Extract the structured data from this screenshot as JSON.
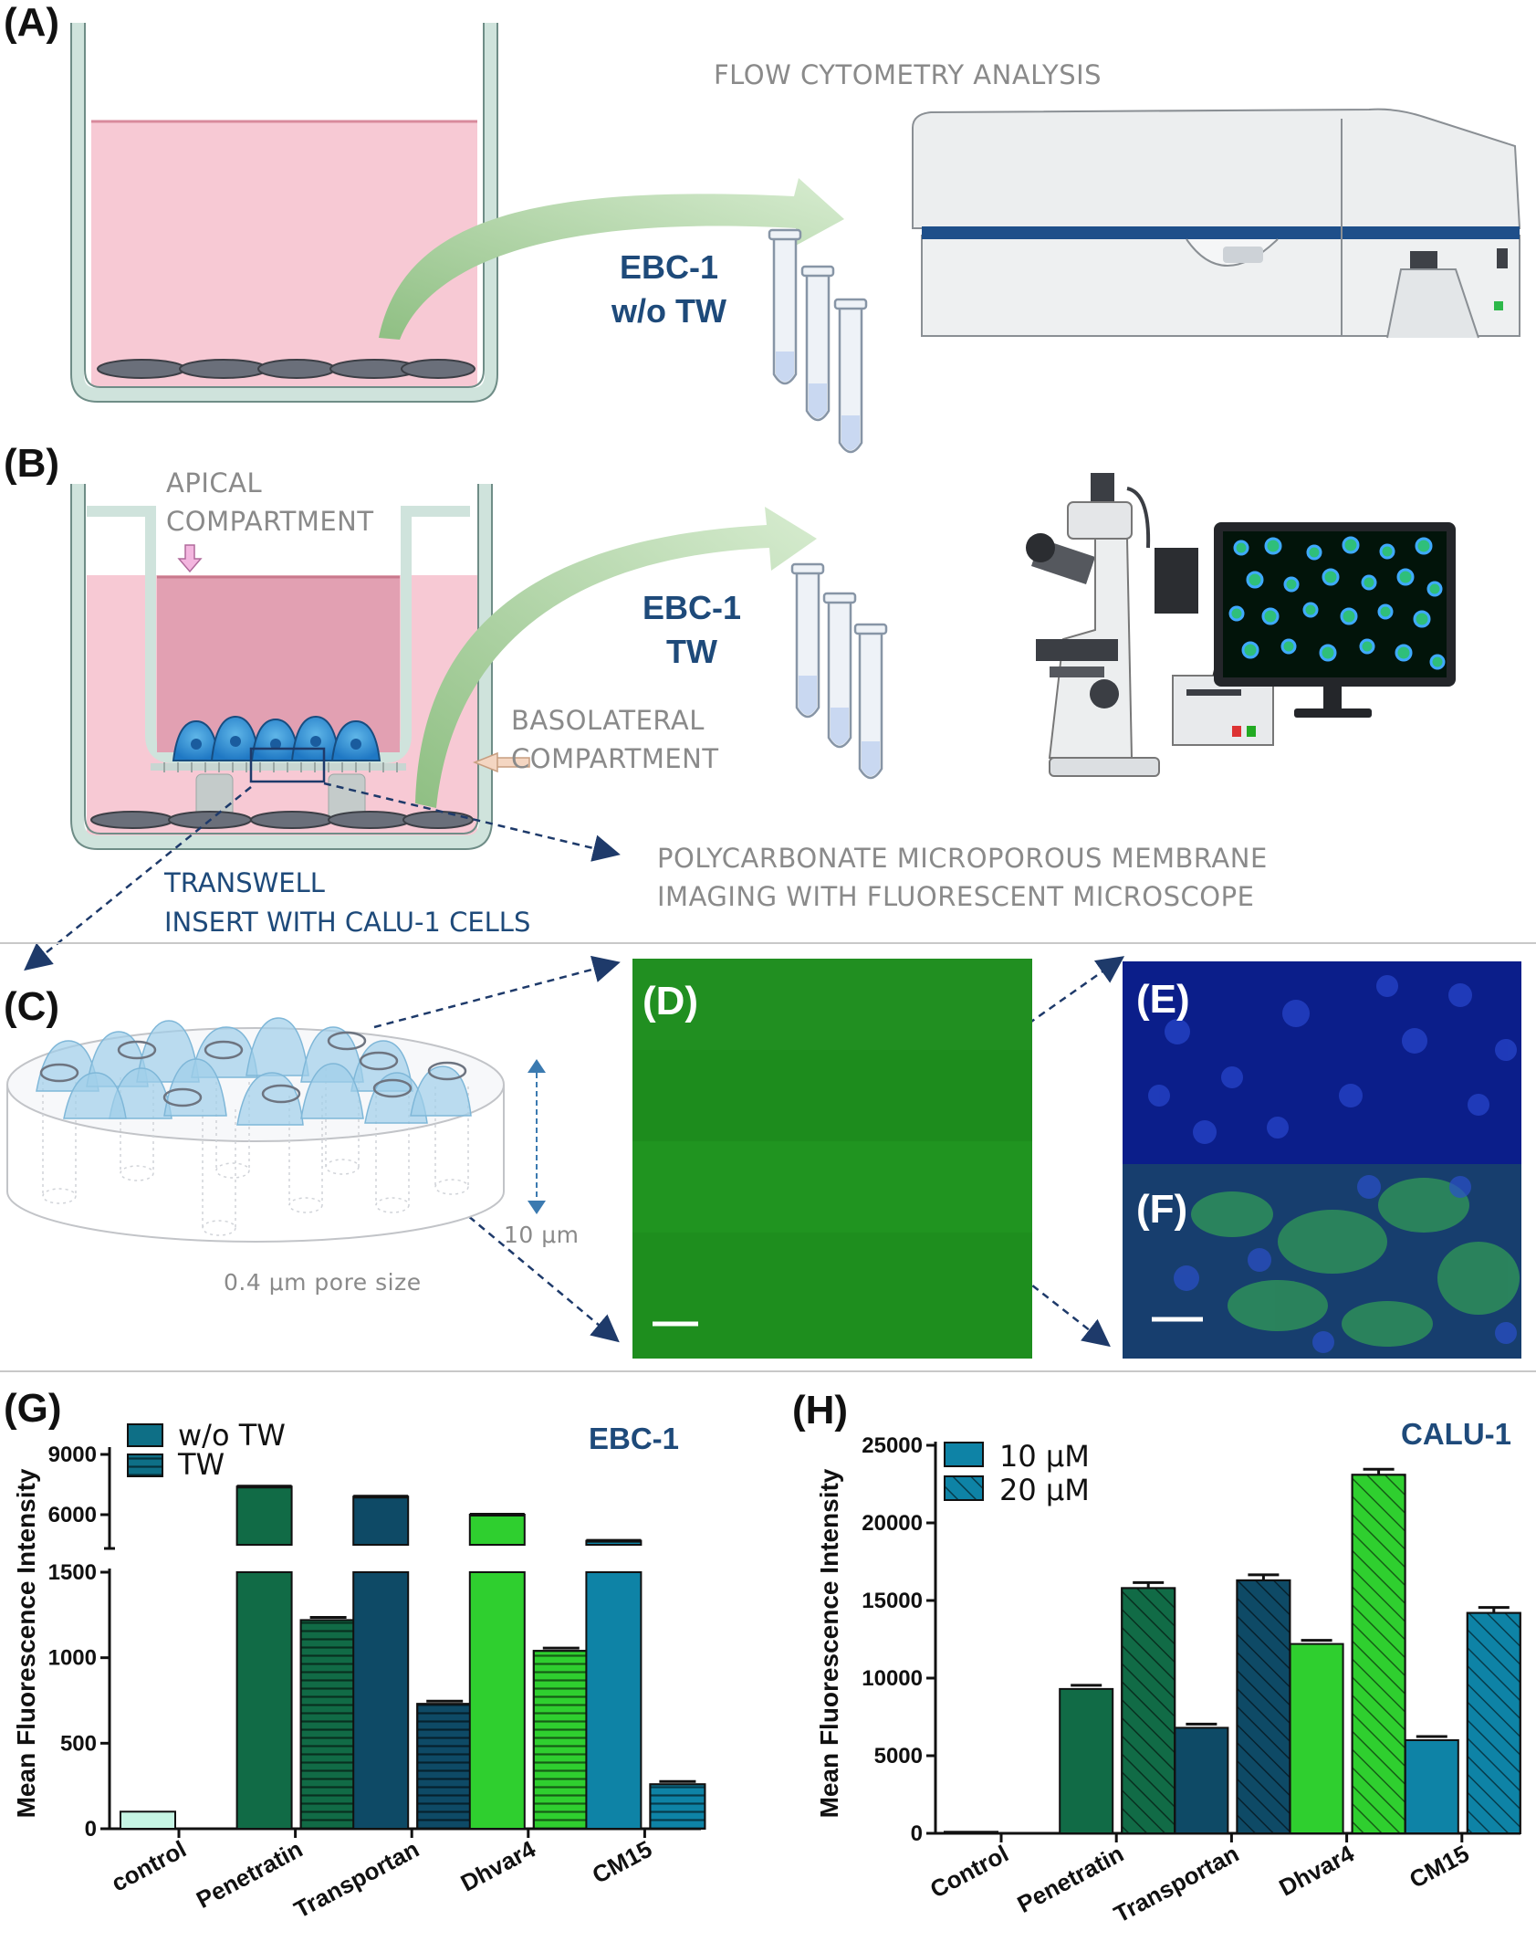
{
  "panels": {
    "A": {
      "label": "(A)",
      "title": "FLOW CYTOMETRY ANALYSIS",
      "sample_line1": "EBC-1",
      "sample_line2": "w/o TW"
    },
    "B": {
      "label": "(B)",
      "apical_line1": "APICAL",
      "apical_line2": "COMPARTMENT",
      "basolateral_line1": "BASOLATERAL",
      "basolateral_line2": "COMPARTMENT",
      "sample_line1": "EBC-1",
      "sample_line2": "TW",
      "transwell_line1": "TRANSWELL",
      "transwell_line2": "INSERT WITH CALU-1 CELLS",
      "membrane_line1": "POLYCARBONATE MICROPOROUS MEMBRANE",
      "membrane_line2": "IMAGING WITH FLUORESCENT MICROSCOPE"
    },
    "C": {
      "label": "(C)",
      "height_label": "10 μm",
      "pore_label": "0.4 μm pore size"
    },
    "D": {
      "label": "(D)"
    },
    "E": {
      "label": "(E)"
    },
    "F": {
      "label": "(F)"
    },
    "G": {
      "label": "(G)"
    },
    "H": {
      "label": "(H)"
    }
  },
  "colors": {
    "pink_medium": "#f6cbd6",
    "navy_text": "#1e4a7a",
    "arrow_green": "#a9cf9d",
    "fluor_green": "#1f8f1f",
    "fluor_blue": "#0b1e8a"
  },
  "chart_data": [
    {
      "id": "G",
      "type": "bar",
      "title": "EBC-1",
      "ylabel": "Mean Fluorescence Intensity",
      "categories": [
        "control",
        "Penetratin",
        "Transportan",
        "Dhvar4",
        "CM15"
      ],
      "series": [
        {
          "name": "w/o TW",
          "values": [
            100,
            7400,
            6900,
            6000,
            4700
          ]
        },
        {
          "name": "TW",
          "values": [
            null,
            1220,
            730,
            1040,
            260
          ]
        }
      ],
      "yaxis_broken": true,
      "ylim_lower": [
        0,
        1500
      ],
      "ylim_upper": [
        4500,
        9000
      ],
      "yticks_lower": [
        "0",
        "500",
        "1000",
        "1500"
      ],
      "yticks_upper": [
        "6000",
        "9000"
      ],
      "legend": "top-left"
    },
    {
      "id": "H",
      "type": "bar",
      "title": "CALU-1",
      "ylabel": "Mean Fluorescence Intensity",
      "categories": [
        "Control",
        "Penetratin",
        "Transportan",
        "Dhvar4",
        "CM15"
      ],
      "series": [
        {
          "name": "10 μM",
          "values": [
            100,
            9300,
            6800,
            12200,
            6000
          ]
        },
        {
          "name": "20 μM",
          "values": [
            null,
            15800,
            16300,
            23100,
            14200
          ]
        }
      ],
      "ylim": [
        0,
        25000
      ],
      "yticks": [
        "0",
        "5000",
        "10000",
        "15000",
        "20000",
        "25000"
      ],
      "legend": "top-left"
    }
  ]
}
